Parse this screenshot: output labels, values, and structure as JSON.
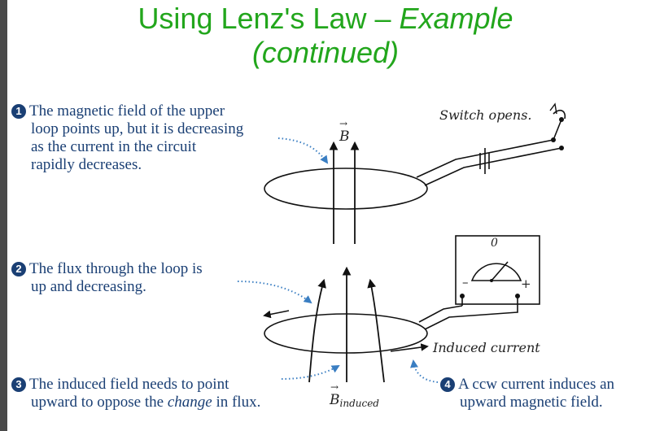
{
  "title": {
    "main": "Using Lenz's Law – ",
    "emph": "Example",
    "line2": "(continued)"
  },
  "colors": {
    "title": "#22a61c",
    "note_text": "#1a3f74",
    "note_number_bg": "#1a3f74",
    "dotted": "#3a7ec2"
  },
  "notes": [
    {
      "number": "1",
      "lines": [
        "The magnetic field of the upper",
        "loop points up, but it is decreasing",
        "as the current in the circuit",
        "rapidly decreases."
      ]
    },
    {
      "number": "2",
      "lines": [
        "The flux through the loop is",
        "up and decreasing."
      ]
    },
    {
      "number": "3",
      "lines_html": [
        "The induced field needs to point",
        "upward to oppose the ",
        "change",
        " in flux."
      ]
    },
    {
      "number": "4",
      "lines": [
        "A ccw current induces an",
        "upward magnetic field."
      ]
    }
  ],
  "figure_labels": {
    "switch": "Switch opens.",
    "b_field": "B",
    "induced_current": "Induced current",
    "b_induced_main": "B",
    "b_induced_sub": "induced",
    "meter_zero": "0",
    "meter_minus": "–",
    "meter_plus": "+"
  }
}
